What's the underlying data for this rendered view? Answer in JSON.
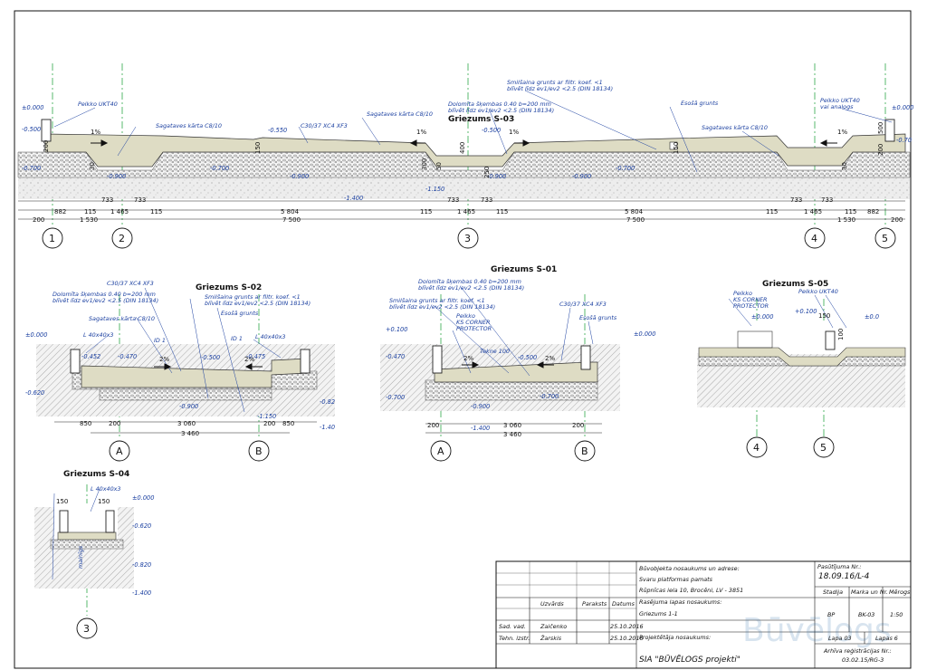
{
  "sections": {
    "s03": {
      "title": "Griezums S-03",
      "notes": {
        "smilsaina": "Smilšaina grunts ar filtr. koef. <1",
        "smilsaina2": "blīvēt līdz ev1/ev2 <2.5 (DIN 18134)",
        "dolomita": "Dolomīta šķembas 0.40 b=200 mm",
        "dolomita2": "blīvēt līdz ev1/ev2 <2.5 (DIN 18134)",
        "sagataves_left": "Sagataves kārta C8/10",
        "sagataves_mid": "Sagataves kārta C8/10",
        "sagataves_right": "Sagataves kārta C8/10",
        "concrete": "C30/37 XC4 XF3",
        "esosa": "Esošā grunts",
        "peikko_left": "Peikko UKT40",
        "peikko_right": "Peikko UKT40",
        "peikko_right2": "vai analogs"
      },
      "slopes": [
        "1%",
        "1%",
        "1%",
        "1%"
      ],
      "levels": [
        "±0.000",
        "-0.500",
        "-0.700",
        "-0.550",
        "-0.500",
        "-0.900",
        "-0.700",
        "-0.900",
        "-1.150",
        "-0.900",
        "-0.700",
        "-0.900",
        "-1.400",
        "±0.000",
        "-0.70"
      ],
      "dims": [
        "200",
        "882",
        "115",
        "1 530",
        "1 465",
        "733",
        "733",
        "115",
        "5 804",
        "7 500",
        "115",
        "733",
        "733",
        "1 465",
        "115",
        "5 804",
        "7 500",
        "115",
        "733",
        "733",
        "1 465",
        "115",
        "1 530",
        "882",
        "200"
      ],
      "vdims": [
        "200",
        "30",
        "150",
        "400",
        "250",
        "50",
        "150",
        "30",
        "500",
        "200",
        "300"
      ],
      "axes": [
        "1",
        "2",
        "3",
        "4",
        "5"
      ]
    },
    "s02": {
      "title": "Griezums S-02",
      "notes": {
        "concrete": "C30/37 XC4 XF3",
        "dolomita": "Dolomīta šķembas 0.40 b=200 mm",
        "dolomita2": "blīvēt līdz ev1/ev2 <2.5 (DIN 18134)",
        "smilsaina": "Smilšaina grunts ar filtr. koef. <1",
        "smilsaina2": "blīvēt līdz ev1/ev2 <2.5 (DIN 18134)",
        "esosa": "Esošā grunts",
        "sagataves": "Sagataves kārta C8/10",
        "angle_left": "L 40x40x3",
        "angle_right": "L 40x40x3",
        "id1": "ID 1",
        "id2": "ID 1"
      },
      "slopes": [
        "2%",
        "2%"
      ],
      "levels": [
        "±0.000",
        "-0.452",
        "-0.470",
        "-0.500",
        "-0.475",
        "-0.620",
        "-0.900",
        "-1.150",
        "-0.82",
        "-1.40"
      ],
      "dims": [
        "850",
        "200",
        "3 060",
        "200",
        "850",
        "3 460"
      ],
      "axes": [
        "A",
        "B"
      ]
    },
    "s01": {
      "title": "Griezums S-01",
      "notes": {
        "dolomita": "Dolomīta šķembas 0.40 b=200 mm",
        "dolomita2": "blīvēt līdz ev1/ev2 <2.5 (DIN 18134)",
        "smilsaina": "Smilšaina grunts ar filtr. koef. <1",
        "smilsaina2": "blīvēt līdz ev1/ev2 <2.5 (DIN 18134)",
        "peikko": "Peikko",
        "peikko2": "KS CORNER",
        "peikko3": "PROTECTOR",
        "concrete": "C30/37 XC4 XF3",
        "esosa": "Esošā grunts",
        "tekne": "Tekne 100"
      },
      "slopes": [
        "2%",
        "2%"
      ],
      "levels": [
        "+0.100",
        "-0.470",
        "-0.700",
        "-0.500",
        "-0.700",
        "-0.900",
        "-1.400",
        "±0.000"
      ],
      "dims": [
        "200",
        "3 060",
        "200",
        "3 460"
      ],
      "axes": [
        "A",
        "B"
      ]
    },
    "s05": {
      "title": "Griezums S-05",
      "notes": {
        "peikko": "Peikko",
        "peikko2": "KS CORNER",
        "peikko3": "PROTECTOR",
        "ukt": "Peikko UKT40"
      },
      "levels": [
        "±0.000",
        "+0.100",
        "±0.0"
      ],
      "dims": [
        "150",
        "100"
      ],
      "axes": [
        "4",
        "5"
      ]
    },
    "s04": {
      "title": "Griezums S-04",
      "notes": {
        "angle": "L 40x40x3",
        "mainigs": "mainīgs"
      },
      "levels": [
        "±0.000",
        "-0.620",
        "-0.820",
        "-1.400"
      ],
      "dims": [
        "150",
        "150"
      ],
      "axes": [
        "3"
      ]
    }
  },
  "title_block": {
    "object_label": "Būvobjekta nosaukums un adrese:",
    "object_name": "Svaru platformas pamats",
    "object_address": "Rūpnīcas iela 10, Brocēni, LV - 3851",
    "order_label": "Pasūtījuma Nr.:",
    "order_no": "18.09.16/L-4",
    "col_stadija": "Stadija",
    "col_marka": "Marka un Nr.",
    "col_merogs": "Mērogs",
    "stadija": "BP",
    "marka": "BK-03",
    "merogs": "1:50",
    "hdr_uzvards": "Uzvārds",
    "hdr_paraksts": "Paraksts",
    "hdr_datums": "Datums",
    "drawing_label": "Rasējuma lapas nosaukums:",
    "drawing_name": "Griezums 1-1",
    "role1": "Sad. vad.",
    "name1": "Zaičenko",
    "date1": "25.10.2016",
    "role2": "Tehn. izstr.",
    "name2": "Žarskis",
    "date2": "25.10.2016",
    "designer_label": "Projektētāja nosaukums:",
    "designer": "SIA \"BŪVĒLOGS projekti\"",
    "sheet": "Lapa 03",
    "sheets": "Lapas 6",
    "archive_label": "Arhīva reģistrācijas Nr.:",
    "archive_no": "03.02.15/RG-3"
  }
}
